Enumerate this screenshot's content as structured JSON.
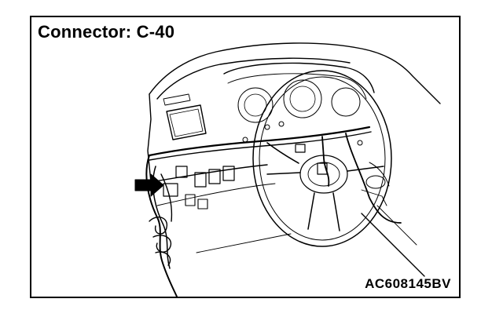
{
  "diagram": {
    "title": "Connector: C-40",
    "figure_code": "AC608145BV",
    "icons": [
      "dashboard-outline",
      "steering-wheel",
      "wiring-harness",
      "pointer-arrow"
    ]
  }
}
